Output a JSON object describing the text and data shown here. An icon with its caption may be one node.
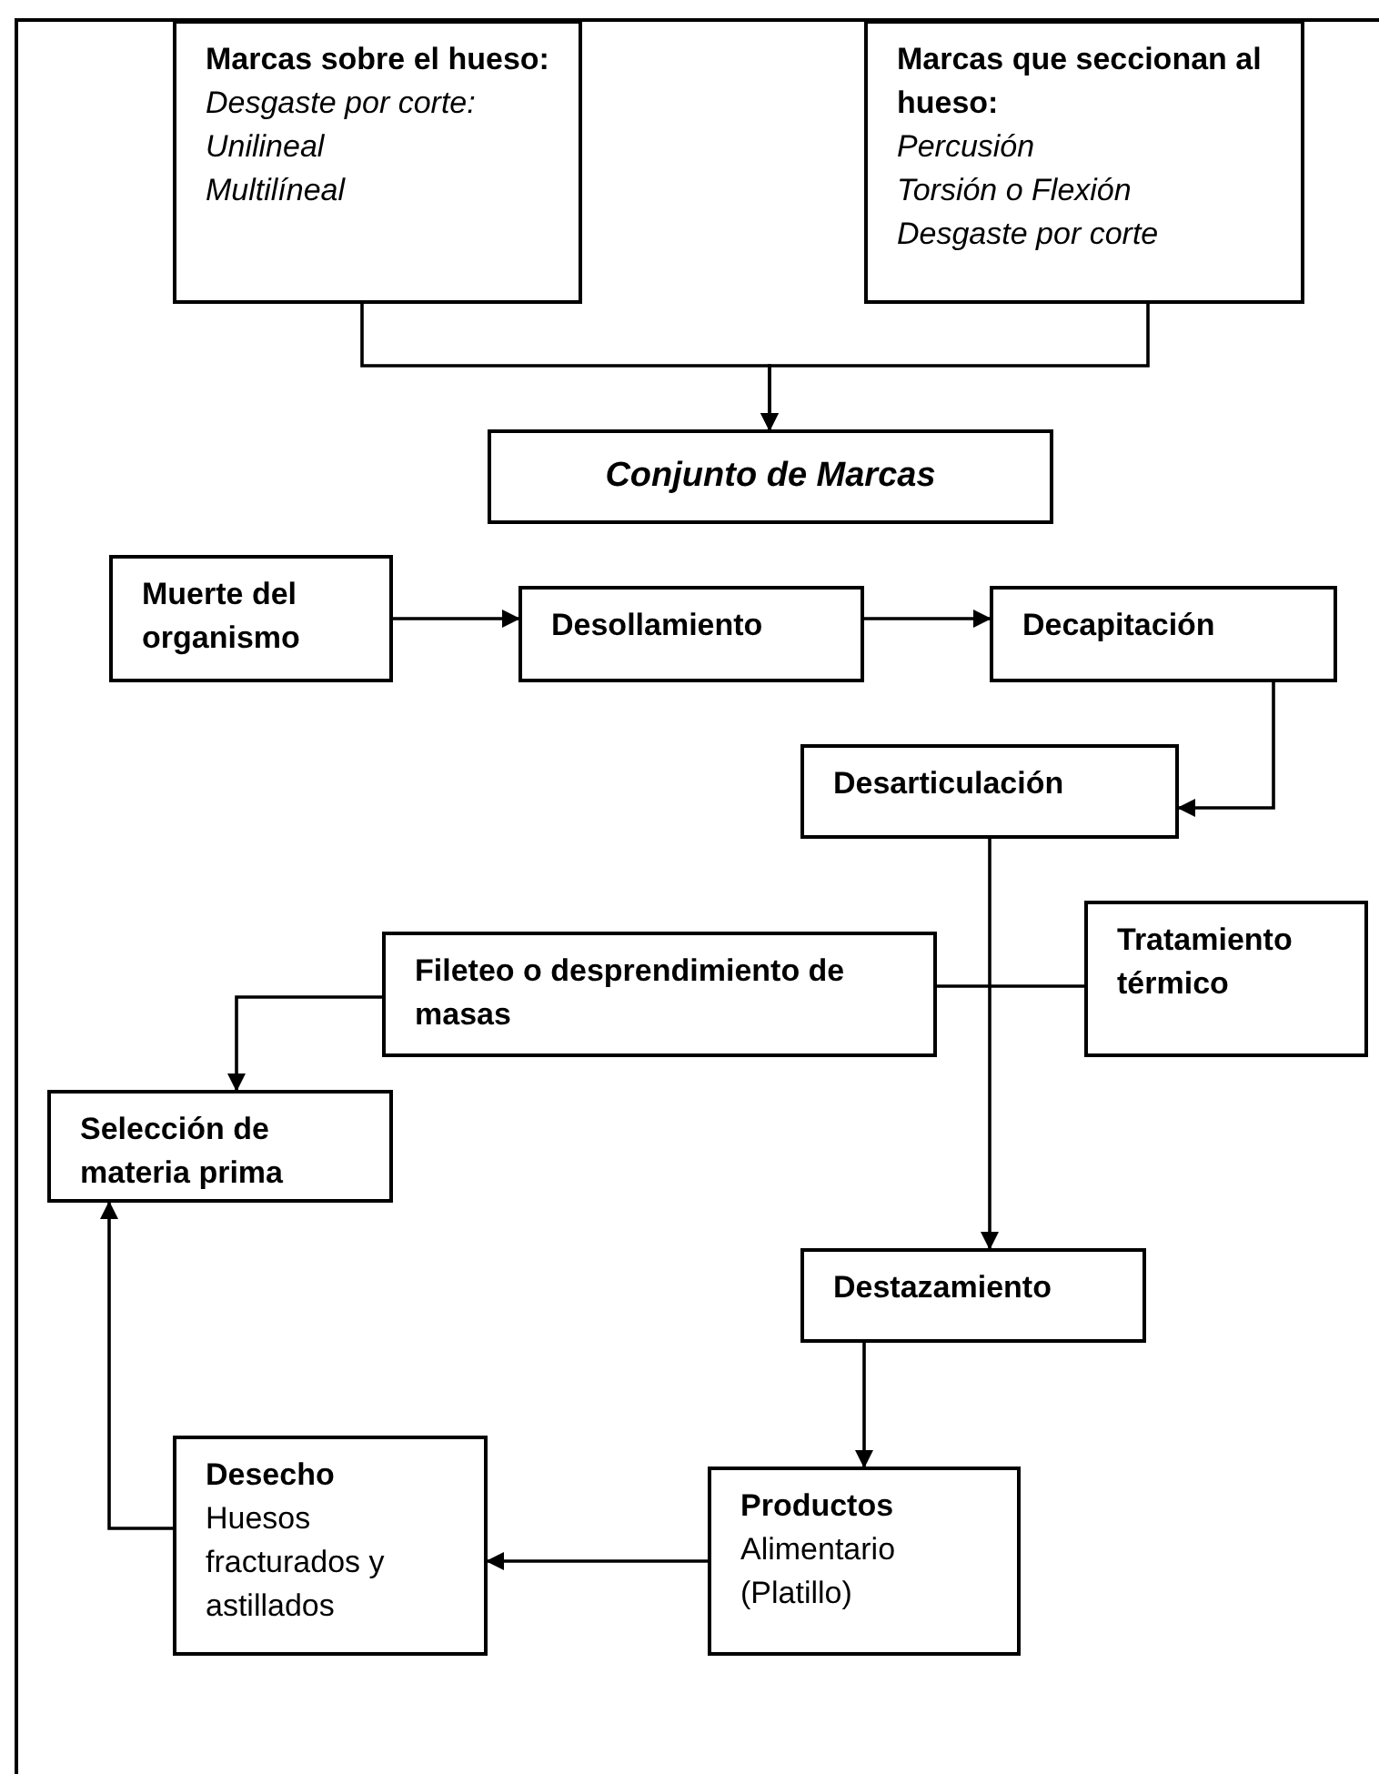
{
  "diagram": {
    "nodes": [
      {
        "text": [
          "Marcas sobre el hueso:",
          "Desgaste por corte:",
          "Unilineal",
          "Multilíneal"
        ]
      },
      {
        "text": [
          "Marcas que seccionan al hueso:",
          "Percusión",
          "Torsión o Flexión",
          "Desgaste por corte"
        ]
      },
      {
        "text": [
          "Conjunto de Marcas"
        ]
      },
      {
        "text": [
          "Muerte del organismo"
        ]
      },
      {
        "text": [
          "Desollamiento"
        ]
      },
      {
        "text": [
          "Decapitación"
        ]
      },
      {
        "text": [
          "Desarticulación"
        ]
      },
      {
        "text": [
          "Fileteo o desprendimiento de masas"
        ]
      },
      {
        "text": [
          "Tratamiento térmico"
        ]
      },
      {
        "text": [
          "Selección de materia prima"
        ]
      },
      {
        "text": [
          "Destazamiento"
        ]
      },
      {
        "text": [
          "Desecho",
          "Huesos fracturados y astillados"
        ]
      },
      {
        "text": [
          "Productos",
          "Alimentario (Platillo)"
        ]
      }
    ],
    "edges": [
      {
        "from": 0,
        "to": 2,
        "arrow": "to"
      },
      {
        "from": 1,
        "to": 2,
        "arrow": "to"
      },
      {
        "from": 3,
        "to": 4,
        "arrow": "to"
      },
      {
        "from": 4,
        "to": 5,
        "arrow": "to"
      },
      {
        "from": 5,
        "to": 6,
        "arrow": "to"
      },
      {
        "from": 6,
        "to": 10,
        "arrow": "to"
      },
      {
        "from": 7,
        "to": 8,
        "arrow": "none"
      },
      {
        "from": 7,
        "to": 9,
        "arrow": "to"
      },
      {
        "from": 10,
        "to": 12,
        "arrow": "to"
      },
      {
        "from": 12,
        "to": 11,
        "arrow": "to"
      },
      {
        "from": 11,
        "to": 9,
        "arrow": "to"
      }
    ]
  }
}
